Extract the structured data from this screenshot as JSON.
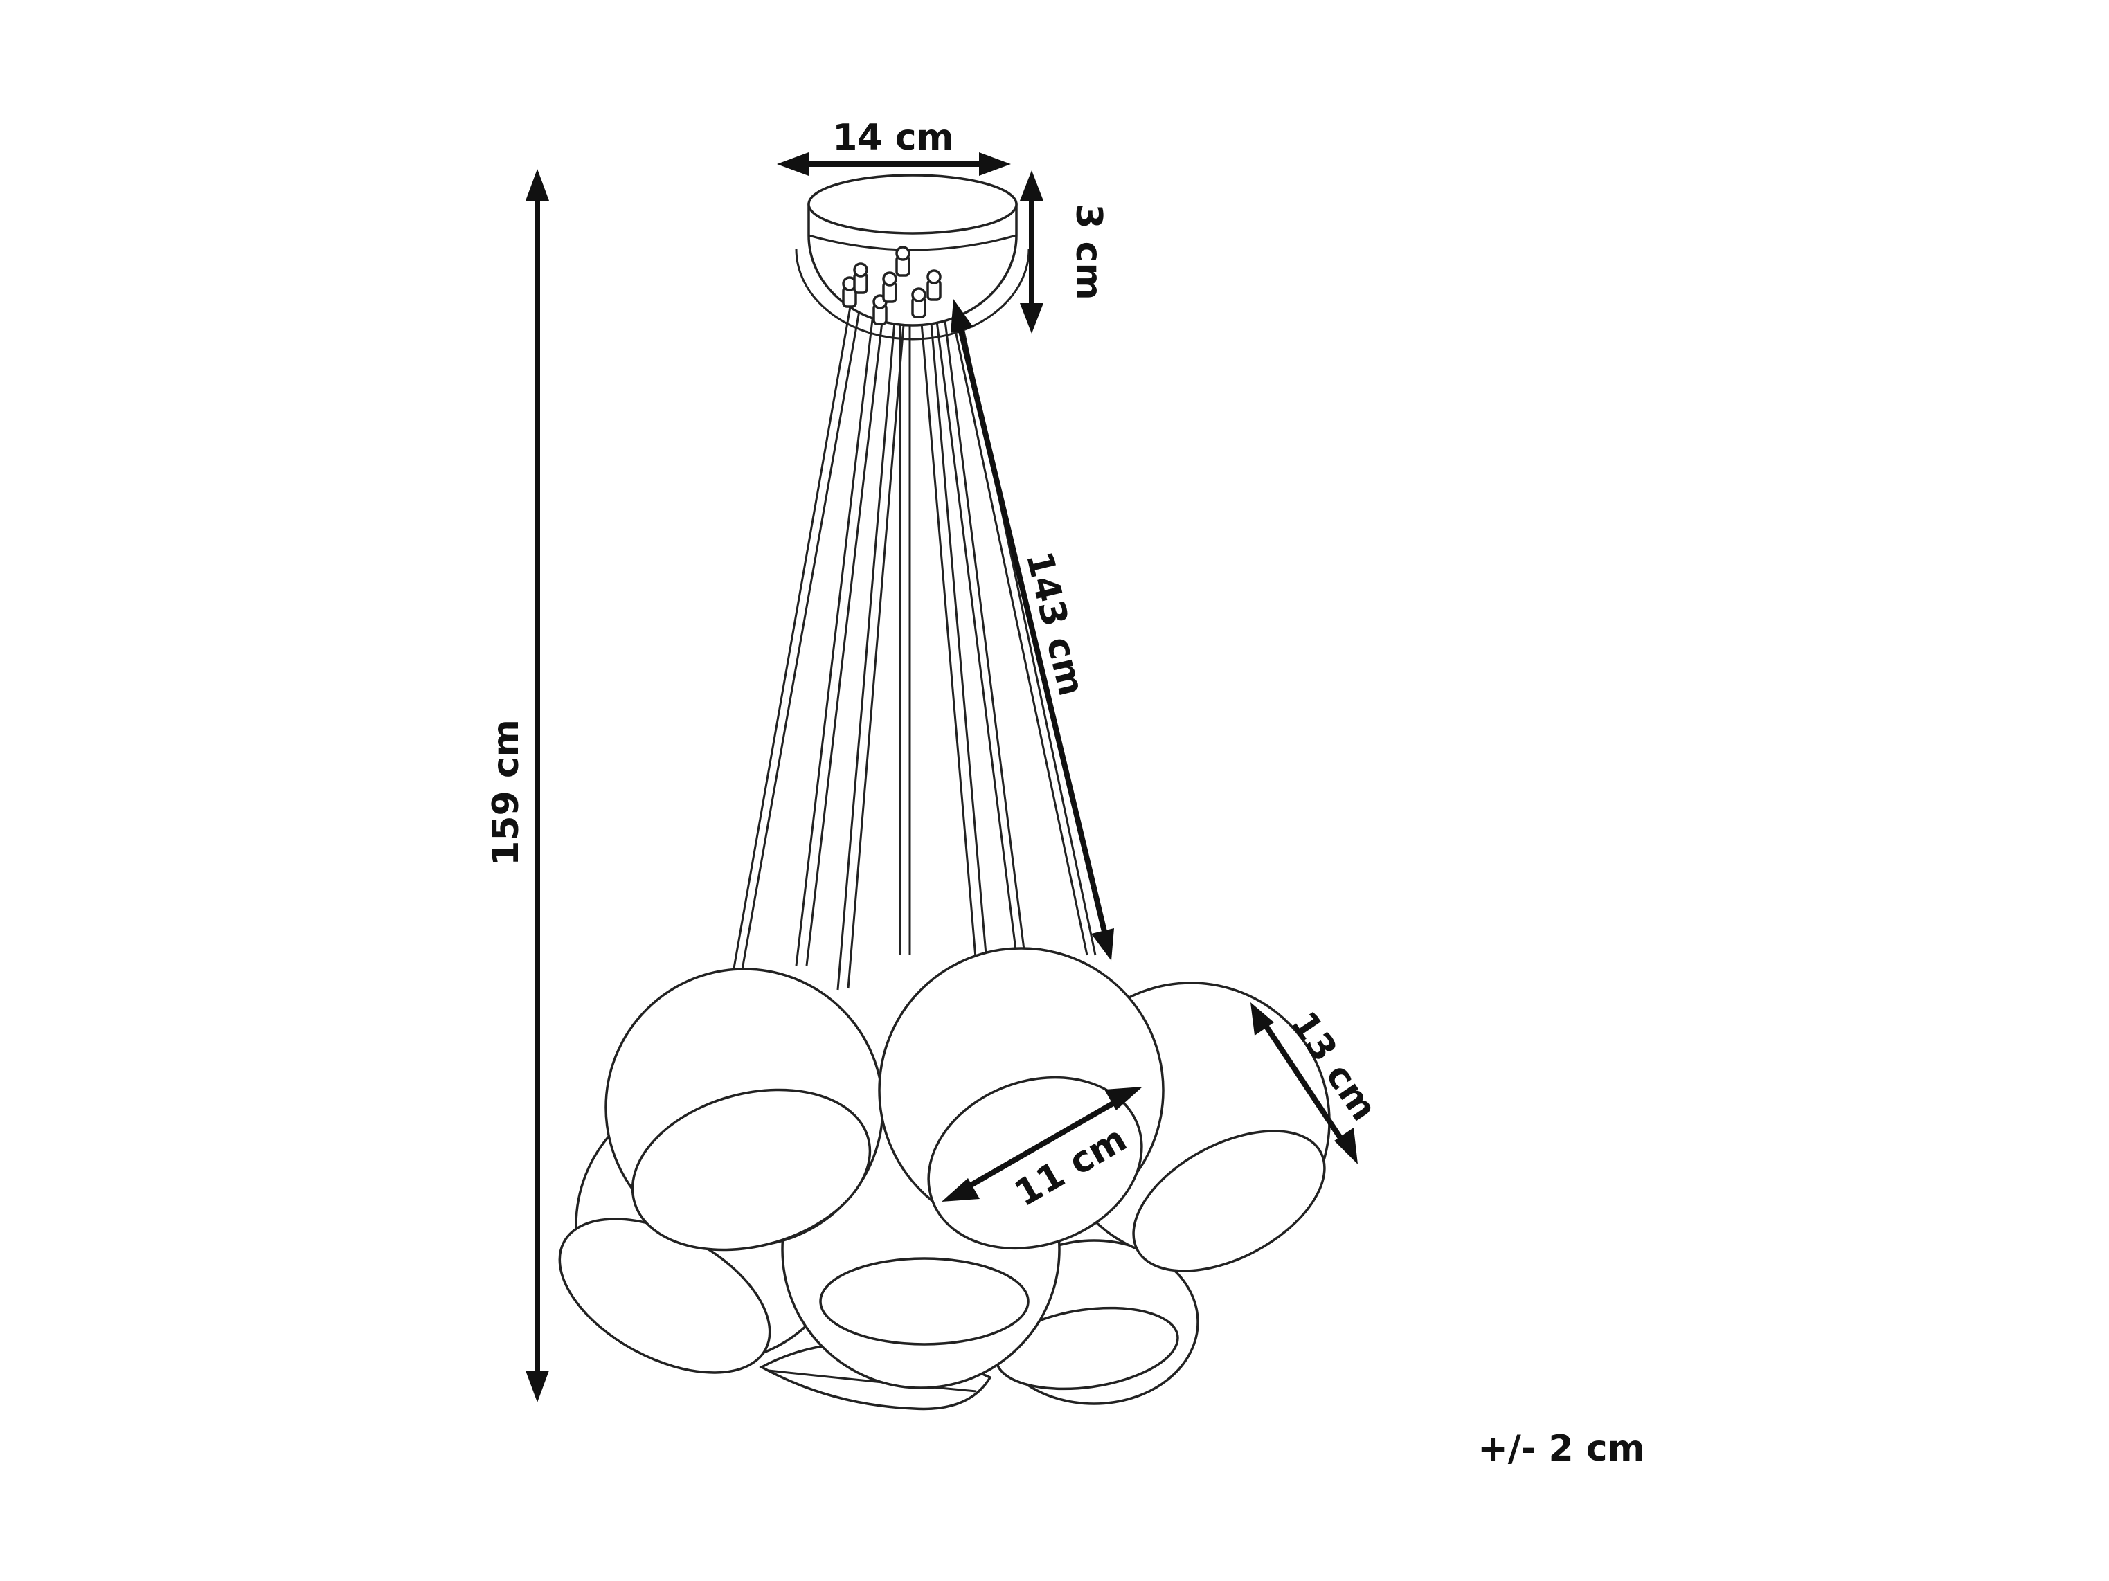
{
  "dimensions": {
    "canopy_width": "14 cm",
    "canopy_height": "3 cm",
    "total_height": "159 cm",
    "cable_length": "143 cm",
    "shade_height": "13 cm",
    "shade_opening": "11 cm"
  },
  "tolerance": "+/- 2 cm",
  "colors": {
    "ink": "#111111",
    "outline": "#222222",
    "background": "#ffffff"
  }
}
